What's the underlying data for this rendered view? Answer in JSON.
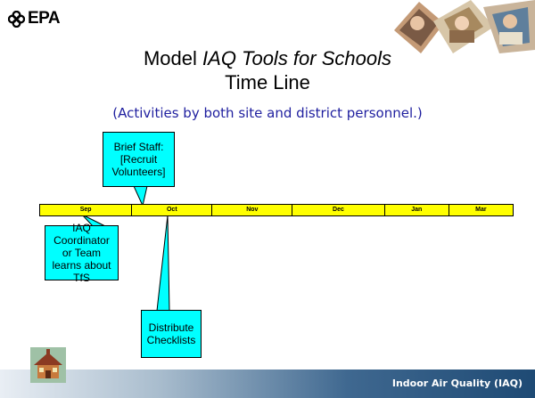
{
  "header": {
    "logo_text": "EPA",
    "logo_icon": "epa-flower-icon",
    "photos": "school-children-photo-strip"
  },
  "title": {
    "lead": "Model ",
    "italic": "IAQ Tools for Schools",
    "line2": "Time Line"
  },
  "subtitle": "(Activities by both site and district personnel.)",
  "timeline": {
    "months": [
      "Sep",
      "Oct",
      "Nov",
      "Dec",
      "Jan",
      "Mar"
    ],
    "bar_color": "#ffff00"
  },
  "callouts": {
    "brief_staff": "Brief Staff: [Recruit Volunteers]",
    "coordinator": "IAQ Coordinator or Team learns about TfS",
    "checklists": "Distribute Checklists",
    "box_color": "#00ffff"
  },
  "footer": {
    "label": "Indoor Air Quality (IAQ)",
    "icon": "schoolhouse-icon",
    "bar_color": "#1e4a74"
  },
  "colors": {
    "subtitle_text": "#1f1f9f"
  }
}
